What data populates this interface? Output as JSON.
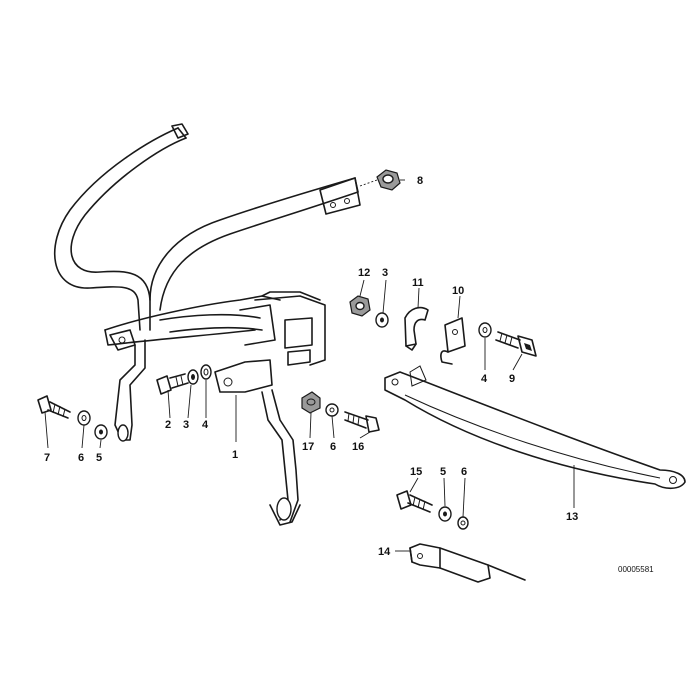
{
  "callouts": {
    "c1": "1",
    "c2": "2",
    "c3a": "3",
    "c3b": "3",
    "c4a": "4",
    "c4b": "4",
    "c5a": "5",
    "c5b": "5",
    "c6a": "6",
    "c6b": "6",
    "c6c": "6",
    "c7": "7",
    "c8": "8",
    "c9": "9",
    "c10": "10",
    "c11": "11",
    "c12": "12",
    "c13": "13",
    "c14": "14",
    "c15": "15",
    "c16": "16",
    "c17": "17"
  },
  "drawing_number": "00005581",
  "colors": {
    "line": "#1a1a1a",
    "fill_gray": "#9a9a9a",
    "background": "#ffffff"
  }
}
